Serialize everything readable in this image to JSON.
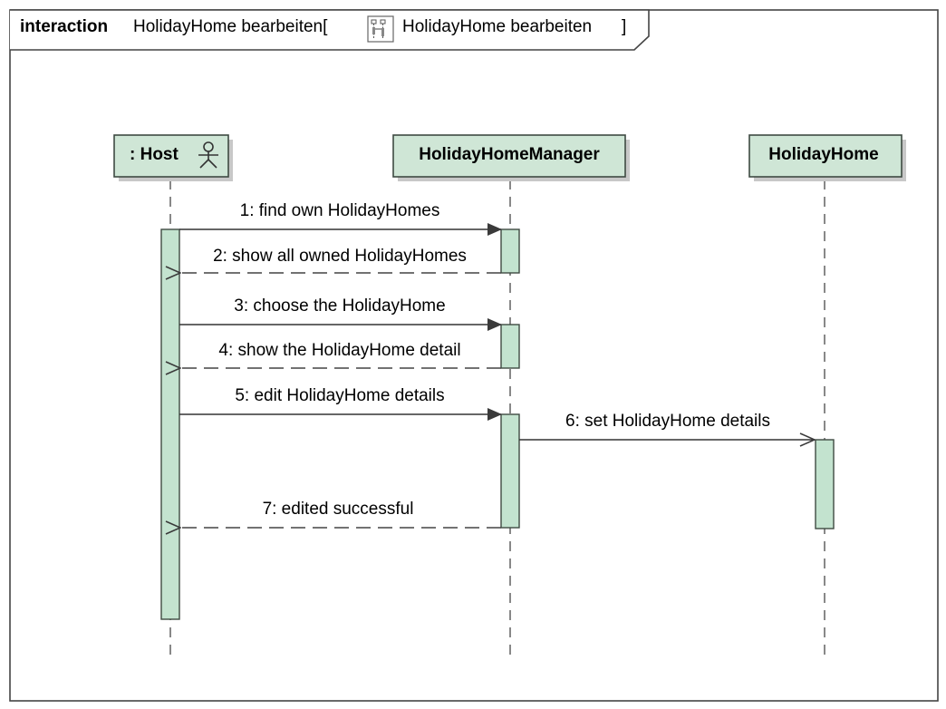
{
  "frame": {
    "keyword": "interaction",
    "name": "HolidayHome bearbeiten[",
    "ref_name": "HolidayHome bearbeiten",
    "close_bracket": "]",
    "icon": "interaction-ref-icon"
  },
  "lifelines": [
    {
      "label": ": Host",
      "icon": "actor-icon"
    },
    {
      "label": "HolidayHomeManager"
    },
    {
      "label": "HolidayHome"
    }
  ],
  "messages": [
    {
      "label": "1: find own HolidayHomes",
      "kind": "sync"
    },
    {
      "label": "2: show all owned HolidayHomes",
      "kind": "reply"
    },
    {
      "label": "3: choose the HolidayHome",
      "kind": "sync"
    },
    {
      "label": "4: show the HolidayHome detail",
      "kind": "reply"
    },
    {
      "label": "5: edit HolidayHome details",
      "kind": "sync"
    },
    {
      "label": "6: set HolidayHome details",
      "kind": "async"
    },
    {
      "label": "7: edited successful",
      "kind": "reply"
    }
  ],
  "colors": {
    "head_fill": "#cfe6d6",
    "activation_fill": "#c3e3cf",
    "stroke": "#3e4a42",
    "shadow": "#c8c8c8",
    "line": "#333333"
  }
}
